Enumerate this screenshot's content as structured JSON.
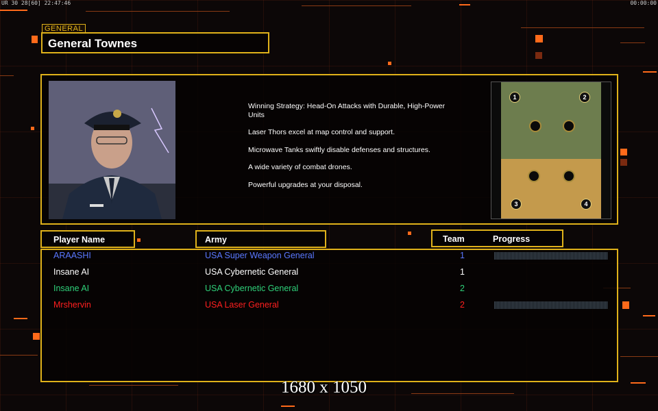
{
  "hud": {
    "left_status": "UR 30 28[60] 22:47:46",
    "right_clock": "00:00:00"
  },
  "general": {
    "tag": "GENERAL",
    "name": "General Townes",
    "portrait_label": "General Townes portrait",
    "strategy": [
      "Winning Strategy: Head-On Attacks with Durable, High-Power Units",
      "Laser Thors excel at map control and support.",
      "Microwave Tanks swiftly disable defenses and structures.",
      "A wide variety of combat drones.",
      "Powerful upgrades at your disposal."
    ]
  },
  "minimap": {
    "spots": [
      "1",
      "2",
      "3",
      "4"
    ]
  },
  "headers": {
    "player": "Player Name",
    "army": "Army",
    "team": "Team",
    "progress": "Progress"
  },
  "players": [
    {
      "name": "ARAASHI",
      "army": "USA Super Weapon General",
      "team": "1",
      "color": "#5a78ff",
      "army_color": "#5a78ff",
      "team_color": "#5a78ff",
      "progress_shown": true
    },
    {
      "name": "Insane AI",
      "army": "USA Cybernetic General",
      "team": "1",
      "color": "#ffffff",
      "army_color": "#ffffff",
      "team_color": "#ffffff",
      "progress_shown": false
    },
    {
      "name": "Insane AI",
      "army": "USA Cybernetic General",
      "team": "2",
      "color": "#2fd17a",
      "army_color": "#2fd17a",
      "team_color": "#2fd17a",
      "progress_shown": false
    },
    {
      "name": "Mrshervin",
      "army": "USA Laser General",
      "team": "2",
      "color": "#ff1f1f",
      "army_color": "#ff1f1f",
      "team_color": "#ff1f1f",
      "progress_shown": true
    }
  ],
  "resolution": "1680 x 1050",
  "colors": {
    "gold": "#e0b21a",
    "accent": "#ff6a1a",
    "background": "#0c0707"
  }
}
